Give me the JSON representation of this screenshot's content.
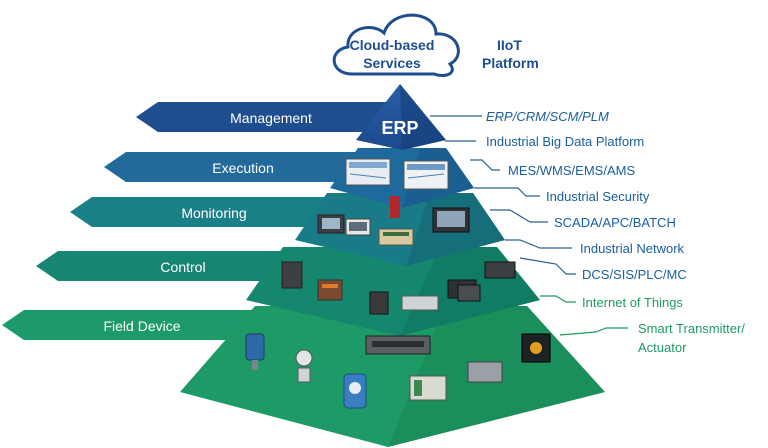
{
  "cloud": {
    "label_line1": "Cloud-based",
    "label_line2": "Services"
  },
  "platform": {
    "line1": "IIoT",
    "line2": "Platform"
  },
  "apex_label": "ERP",
  "layers": [
    {
      "id": "management",
      "label": "Management",
      "color": "#1f4e8f"
    },
    {
      "id": "execution",
      "label": "Execution",
      "color": "#216a9a"
    },
    {
      "id": "monitoring",
      "label": "Monitoring",
      "color": "#1b7f88"
    },
    {
      "id": "control",
      "label": "Control",
      "color": "#168574"
    },
    {
      "id": "field-device",
      "label": "Field Device",
      "color": "#1c9a6a"
    }
  ],
  "right_labels": [
    {
      "id": "erp",
      "text": "ERP/CRM/SCM/PLM",
      "italic": true,
      "color": "#1a5ea0"
    },
    {
      "id": "big-data",
      "text": "Industrial Big Data Platform",
      "color": "#1a5ea0"
    },
    {
      "id": "mes",
      "text": "MES/WMS/EMS/AMS",
      "color": "#1a5ea0"
    },
    {
      "id": "security",
      "text": "Industrial Security",
      "color": "#1a5ea0"
    },
    {
      "id": "scada",
      "text": "SCADA/APC/BATCH",
      "color": "#1a5ea0"
    },
    {
      "id": "network",
      "text": "Industrial Network",
      "color": "#1a5ea0"
    },
    {
      "id": "dcs",
      "text": "DCS/SIS/PLC/MC",
      "color": "#1a5ea0"
    },
    {
      "id": "iot",
      "text": "Internet of Things",
      "color": "#1f9b62"
    },
    {
      "id": "smart-line1",
      "text": "Smart Transmitter/",
      "color": "#1f9b62"
    },
    {
      "id": "smart-line2",
      "text": "Actuator",
      "color": "#1f9b62"
    }
  ],
  "icons": {
    "execution": [
      "monitor-screen-icon",
      "monitor-screen-icon"
    ],
    "monitoring": [
      "hmi-panel-icon",
      "firewall-icon",
      "io-module-icon",
      "touchscreen-icon"
    ],
    "control": [
      "controller-rack-icon",
      "plc-module-icon",
      "io-card-icon",
      "servo-drive-icon",
      "network-switch-icon",
      "plc-cpu-icon",
      "plc-cpu-icon"
    ],
    "field-device": [
      "pressure-transmitter-icon",
      "flowmeter-icon",
      "rotameter-icon",
      "industrial-switch-icon",
      "relay-module-icon",
      "gateway-icon",
      "servo-motor-icon"
    ]
  }
}
